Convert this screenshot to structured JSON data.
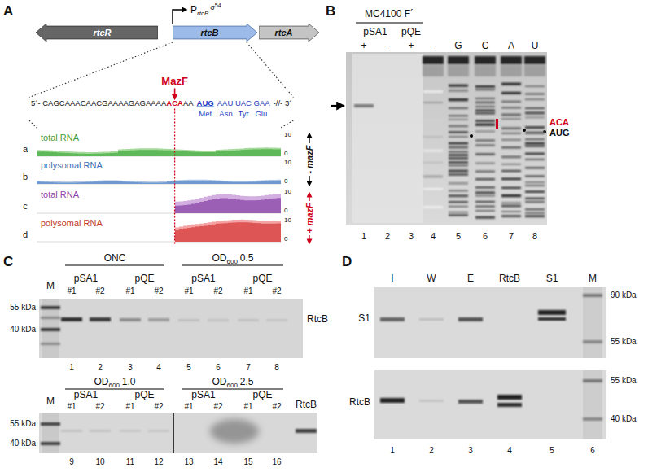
{
  "diagram": {
    "nodes": [
      {
        "text": [
          "rtcR"
        ]
      },
      {
        "text": [
          "rtcB"
        ]
      },
      {
        "text": [
          "rtcA"
        ]
      }
    ],
    "labels": [
      "A",
      "P",
      "rtcB",
      "σ",
      "54",
      "MazF",
      "5´- CAGCAAACAACGAAAAGAGAAAA",
      "ACA",
      "AA",
      "AUG",
      "AAU UAC GAA",
      "-//- 3´",
      "Met",
      "Asn",
      "Tyr",
      "Glu",
      "a",
      "total RNA",
      "b",
      "polysomal RNA",
      "c",
      "total RNA",
      "d",
      "polysomal RNA",
      "10",
      "0",
      "10",
      "0",
      "10",
      "0",
      "10",
      "0",
      "- mazF",
      "+ mazF",
      "B",
      "MC4100 F´",
      "pSA1",
      "pQE",
      "+",
      "–",
      "+",
      "–",
      "G",
      "C",
      "A",
      "U",
      "1",
      "2",
      "3",
      "4",
      "5",
      "6",
      "7",
      "8",
      "ACA",
      "AUG",
      "C",
      "ONC",
      "OD",
      "600",
      "0.5",
      "pSA1",
      "pQE",
      "pSA1",
      "pQE",
      "#1",
      "#2",
      "#1",
      "#2",
      "#1",
      "#2",
      "#1",
      "#2",
      "M",
      "55 kDa",
      "40 kDa",
      "RtcB",
      "1",
      "2",
      "3",
      "4",
      "5",
      "6",
      "7",
      "8",
      "OD",
      "600",
      "1.0",
      "OD",
      "600",
      "2.5",
      "pSA1",
      "pQE",
      "pSA1",
      "pQE",
      "#1",
      "#2",
      "#1",
      "#2",
      "#1",
      "#2",
      "#1",
      "#2",
      "M",
      "55 kDa",
      "40 kDa",
      "RtcB",
      "9",
      "10",
      "11",
      "12",
      "13",
      "14",
      "15",
      "16",
      "D",
      "I",
      "W",
      "E",
      "RtcB",
      "S1",
      "M",
      "S1",
      "RtcB",
      "90 kDa",
      "55 kDa",
      "55 kDa",
      "40 kDa",
      "1",
      "2",
      "3",
      "4",
      "5",
      "6"
    ]
  }
}
